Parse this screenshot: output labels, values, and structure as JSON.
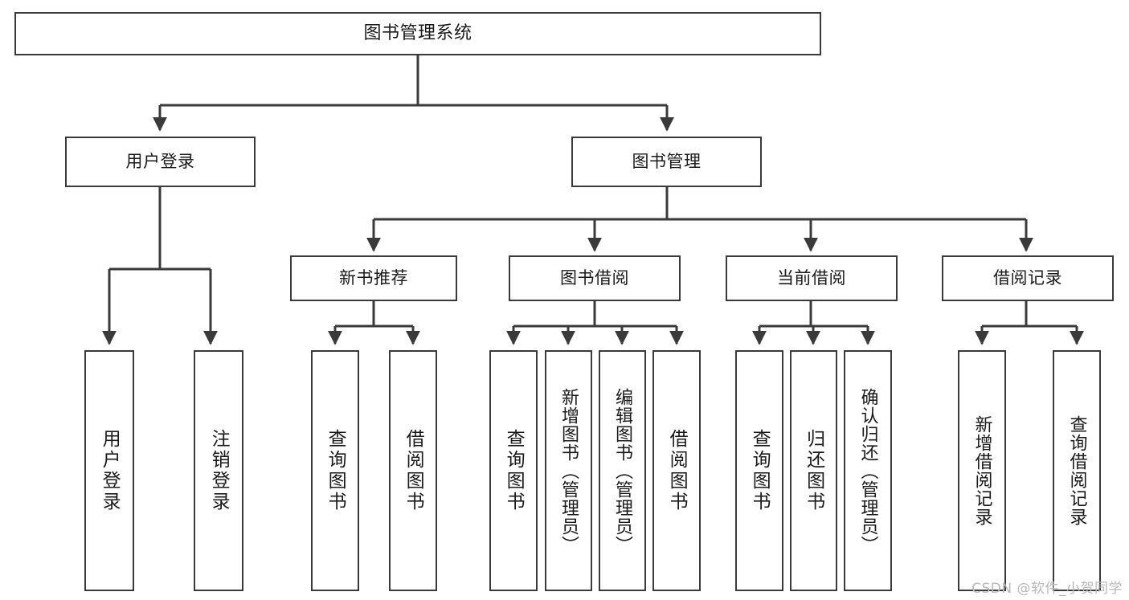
{
  "diagram": {
    "title": "图书管理系统",
    "watermark": "CSDN @软件_小贺同学",
    "line_color": "#3a3a3a",
    "box_fill": "#ffffff",
    "text_color": "#1a1a1a",
    "root": {
      "label": "图书管理系统"
    },
    "level2": [
      {
        "label": "用户登录"
      },
      {
        "label": "图书管理"
      }
    ],
    "level3": [
      {
        "label": "新书推荐"
      },
      {
        "label": "图书借阅"
      },
      {
        "label": "当前借阅"
      },
      {
        "label": "借阅记录"
      }
    ],
    "leaves": {
      "user_login": [
        {
          "label": "用户登录"
        },
        {
          "label": "注销登录"
        }
      ],
      "new_book_recommend": [
        {
          "label": "查询图书"
        },
        {
          "label": "借阅图书"
        }
      ],
      "book_borrow": [
        {
          "label": "查询图书"
        },
        {
          "label": "新增图书（管理员）"
        },
        {
          "label": "编辑图书（管理员）"
        },
        {
          "label": "借阅图书"
        }
      ],
      "current_borrow": [
        {
          "label": "查询图书"
        },
        {
          "label": "归还图书"
        },
        {
          "label": "确认归还（管理员）"
        }
      ],
      "borrow_records": [
        {
          "label": "新增借阅记录"
        },
        {
          "label": "查询借阅记录"
        }
      ]
    }
  }
}
